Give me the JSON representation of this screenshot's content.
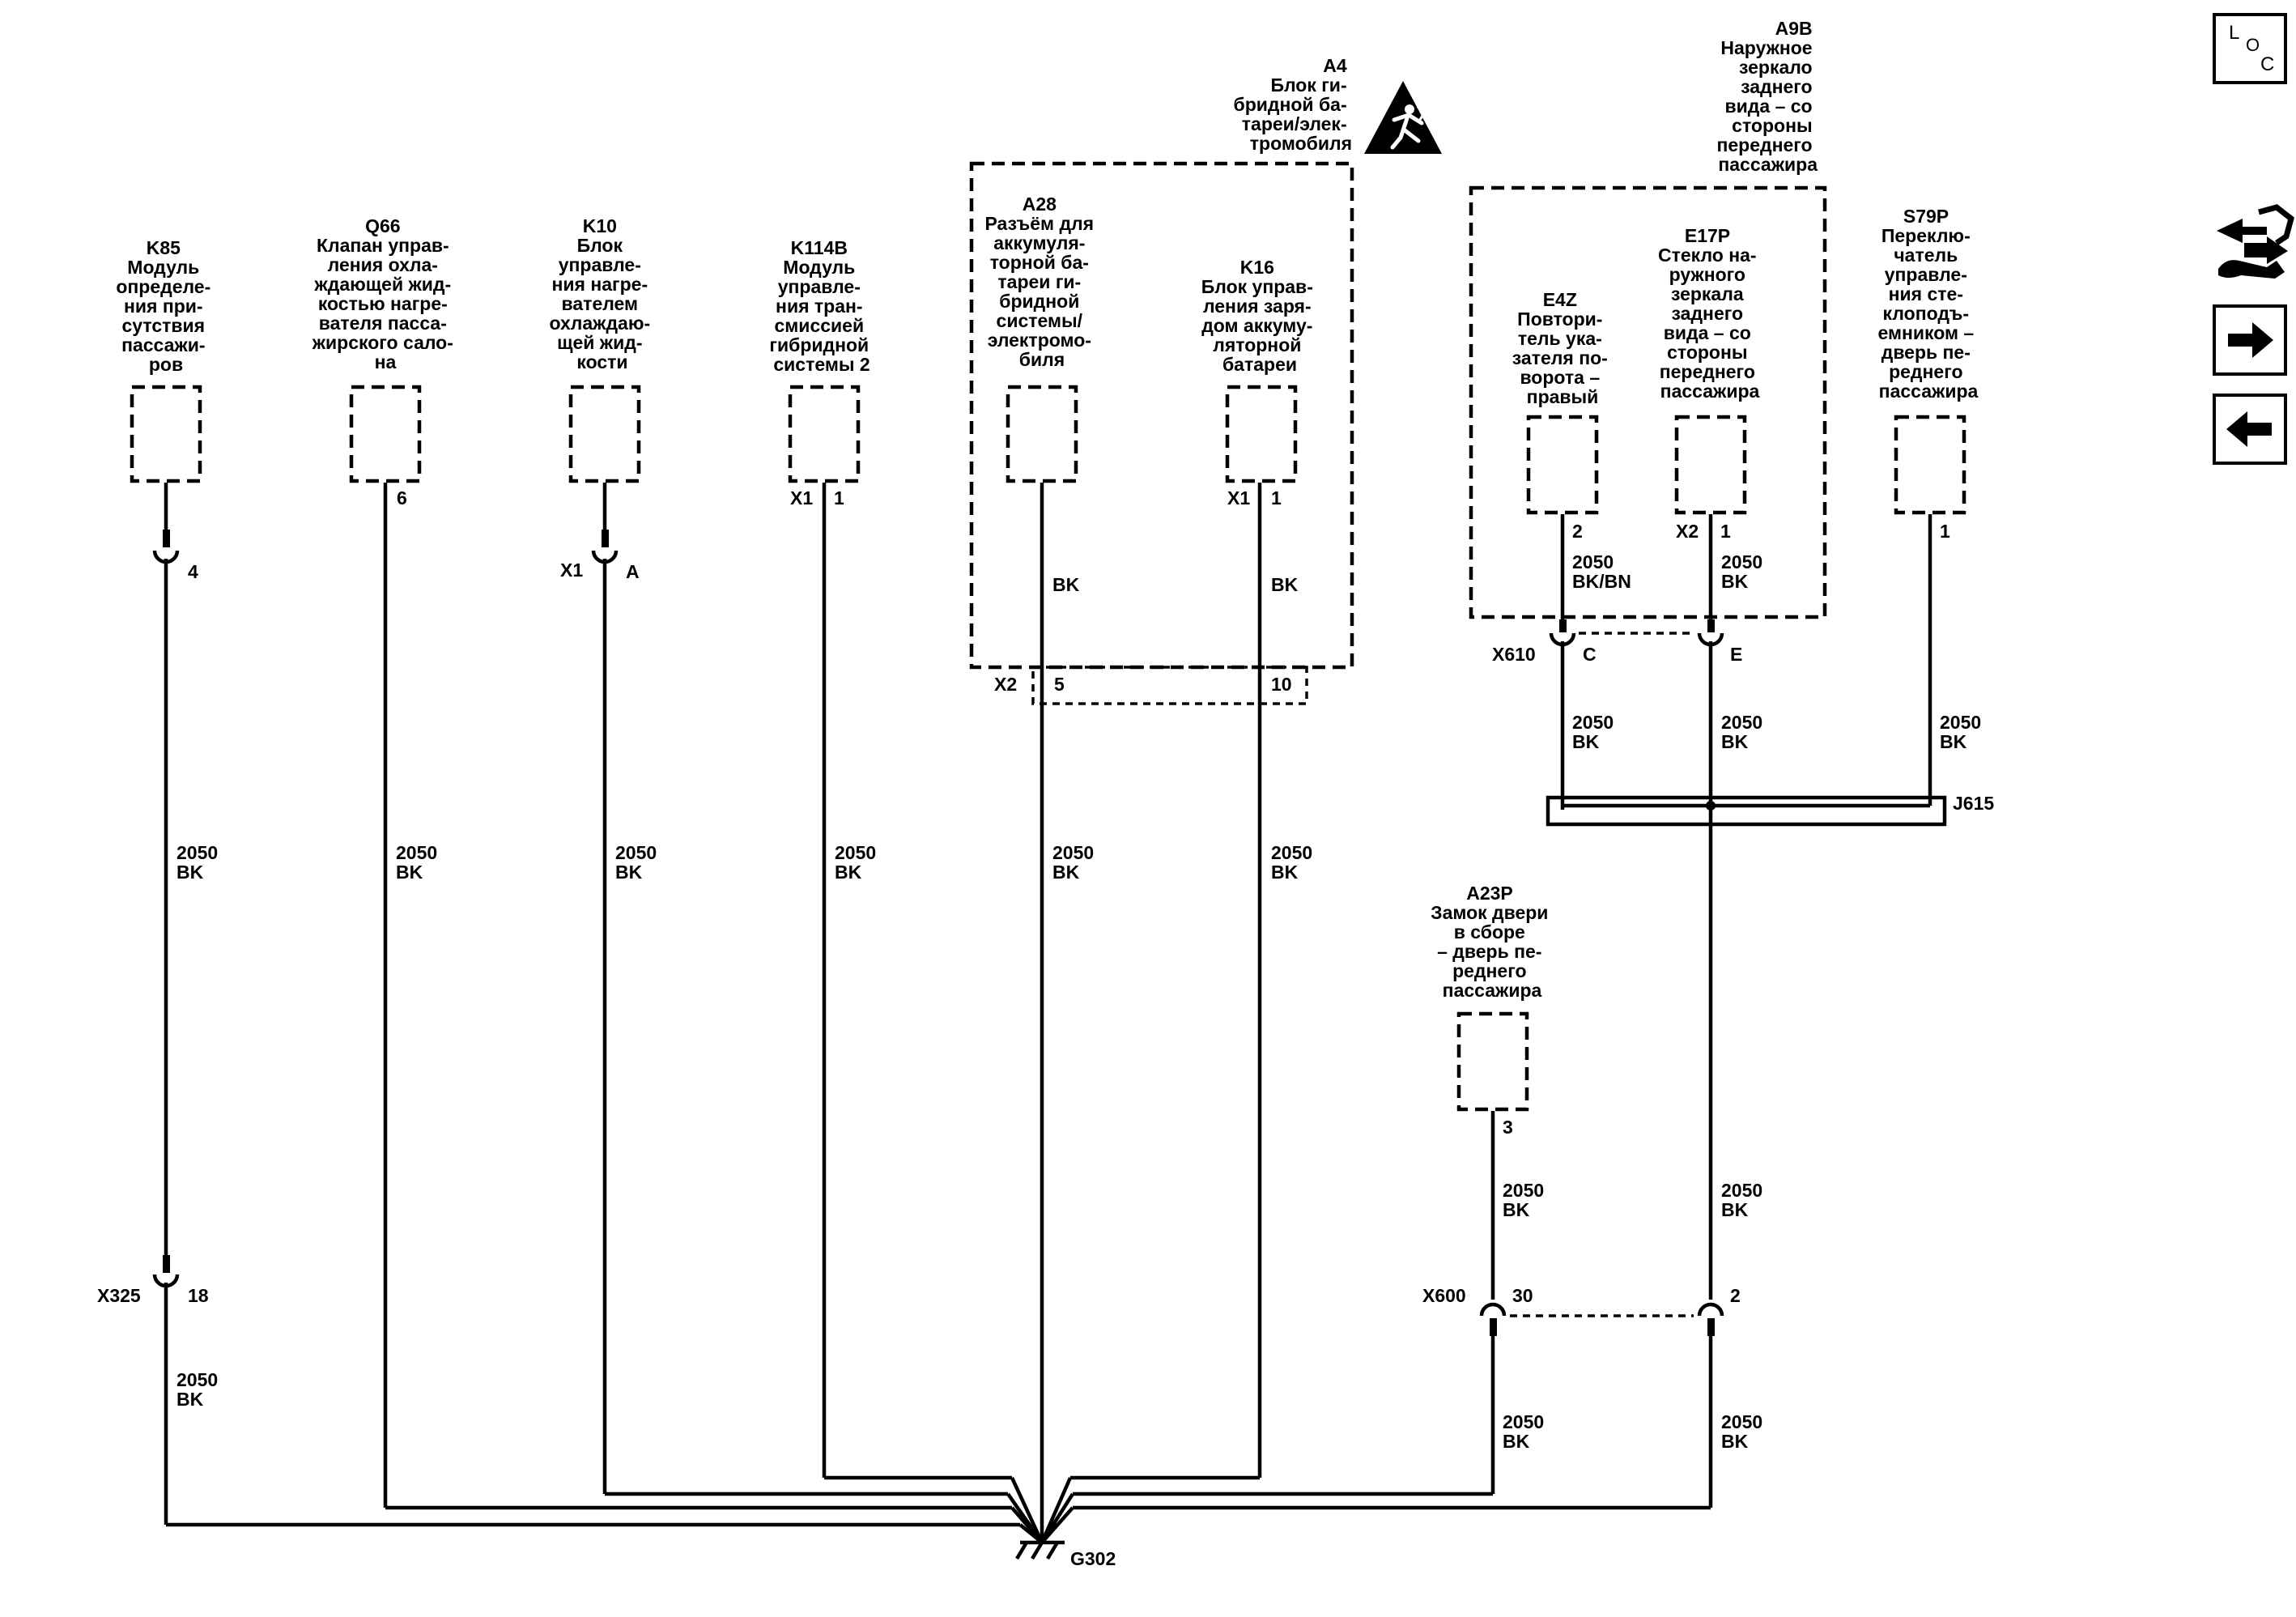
{
  "nav": {
    "loc_letters": [
      "L",
      "O",
      "C"
    ]
  },
  "components": {
    "k85": [
      "K85",
      "Модуль",
      "определе-",
      "ния при-",
      "сутствия",
      "пассажи-",
      "ров"
    ],
    "q66": [
      "Q66",
      "Клапан управ-",
      "ления охла-",
      "ждающей жид-",
      "костью нагре-",
      "вателя пасса-",
      "жирского сало-",
      "на"
    ],
    "k10": [
      "K10",
      "Блок",
      "управле-",
      "ния нагре-",
      "вателем",
      "охлаждаю-",
      "щей жид-",
      "кости"
    ],
    "k114b": [
      "K114B",
      "Модуль",
      "управле-",
      "ния тран-",
      "смиссией",
      "гибридной",
      "системы 2"
    ],
    "a4": [
      "A4",
      "Блок ги-",
      "бридной ба-",
      "тареи/элек-",
      "тромобиля"
    ],
    "a28": [
      "A28",
      "Разъём для",
      "аккумуля-",
      "торной ба-",
      "тареи ги-",
      "бридной",
      "системы/",
      "электромо-",
      "биля"
    ],
    "k16": [
      "K16",
      "Блок управ-",
      "ления заря-",
      "дом аккуму-",
      "ляторной",
      "батареи"
    ],
    "a9b": [
      "A9B",
      "Наружное",
      "зеркало",
      "заднего",
      "вида – со",
      "стороны",
      "переднего",
      "пассажира"
    ],
    "e4z": [
      "E4Z",
      "Повтори-",
      "тель ука-",
      "зателя по-",
      "ворота –",
      "правый"
    ],
    "e17p": [
      "E17P",
      "Стекло на-",
      "ружного",
      "зеркала",
      "заднего",
      "вида – со",
      "стороны",
      "переднего",
      "пассажира"
    ],
    "s79p": [
      "S79P",
      "Переклю-",
      "чатель",
      "управле-",
      "ния сте-",
      "клоподъ-",
      "емником –",
      "дверь пе-",
      "реднего",
      "пассажира"
    ],
    "a23p": [
      "A23P",
      "Замок двери",
      "в сборе",
      "– дверь пе-",
      "реднего",
      "пассажира"
    ]
  },
  "pins": {
    "k85": "4",
    "q66": "6",
    "k10_conn": "X1",
    "k10_pin": "A",
    "k114b_conn": "X1",
    "k114b_pin": "1",
    "k16_conn": "X1",
    "k16_pin": "1",
    "a4_conn": "X2",
    "a4_pin_a28": "5",
    "a4_pin_k16": "10",
    "e4z": "2",
    "e17p_conn": "X2",
    "e17p_pin": "1",
    "s79p": "1",
    "x610": "X610",
    "x610_c": "C",
    "x610_e": "E",
    "a23p": "3",
    "x325": "X325",
    "x325_pin": "18",
    "x600": "X600",
    "x600_30": "30",
    "x600_2": "2",
    "k85_upper": "4"
  },
  "wires": {
    "c2050": "2050",
    "bk": "BK",
    "bkbn": "BK/BN"
  },
  "splices": {
    "j615": "J615"
  },
  "grounds": {
    "g302": "G302"
  },
  "icons": {
    "warning": "high-voltage-warning-icon",
    "loc": "loc-icon",
    "schematic": "schematic-tool-icon",
    "next": "arrow-right-icon",
    "prev": "arrow-left-icon"
  }
}
